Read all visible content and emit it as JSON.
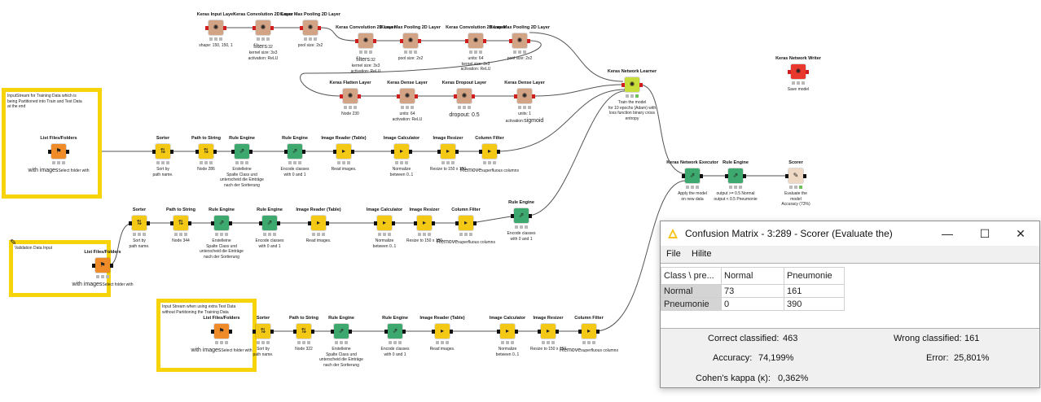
{
  "workflow": {
    "nodes": [
      {
        "id": "n1",
        "title": "Keras Input Layer",
        "desc": "shape: 150, 150, 1",
        "color": "keras"
      },
      {
        "id": "n2",
        "title": "Keras Convolution 2D Layer",
        "desc_big": "filters",
        "desc": ":32\nkernel size: 3x3\nactivation: ReLU",
        "color": "keras"
      },
      {
        "id": "n3",
        "title": "Keras Max Pooling 2D Layer",
        "desc": "pool size: 2x2",
        "color": "keras"
      },
      {
        "id": "n4",
        "title": "Keras Convolution 2D Layer",
        "desc_big": "filters",
        "desc": ":32\nkernel size: 3x3\nactivation: ReLU",
        "color": "keras"
      },
      {
        "id": "n5",
        "title": "Keras Max Pooling 2D Layer",
        "desc": "pool size: 2x2",
        "color": "keras"
      },
      {
        "id": "n6",
        "title": "Keras Convolution 2D Layer",
        "desc": "units: 64\nkernel size: 3x3\nactivation: ReLU",
        "color": "keras"
      },
      {
        "id": "n7",
        "title": "Keras Max Pooling 2D Layer",
        "desc": "pool size: 2x2",
        "color": "keras"
      },
      {
        "id": "n8",
        "title": "Keras Flatten Layer",
        "desc": "Node 230",
        "color": "keras"
      },
      {
        "id": "n9",
        "title": "Keras Dense Layer",
        "desc": "units: 64\nactivation: ReLU",
        "color": "keras"
      },
      {
        "id": "n10",
        "title": "Keras Dropout Layer",
        "desc_big": "dropout: 0.5",
        "desc": "",
        "color": "keras"
      },
      {
        "id": "n11",
        "title": "Keras Dense Layer",
        "desc": "units: 1\nactivation:",
        "desc_big2": "sigmoid",
        "color": "keras"
      },
      {
        "id": "n12",
        "title": "Keras Network Learner",
        "desc": "Train the model\nfor 10 epochs (Adam) with\nloss function binary cross\nentropy",
        "color": "learner"
      },
      {
        "id": "n13",
        "title": "Keras Network Writer",
        "desc": "Save model",
        "color": "writer"
      },
      {
        "id": "n14",
        "title": "List Files/Folders",
        "desc": "Select folder with",
        "desc_big": "with images",
        "color": "source"
      },
      {
        "id": "n15",
        "title": "Sorter",
        "desc": "Sort by\npath name.",
        "color": "sort"
      },
      {
        "id": "n16",
        "title": "Path to String",
        "desc": "Node 286",
        "color": "sort"
      },
      {
        "id": "n17",
        "title": "Rule Engine",
        "desc": "Erstelleine\nSpalte Class und\nunterscheid die Einträge\nnach der Sortierung",
        "color": "rule"
      },
      {
        "id": "n18",
        "title": "Rule Engine",
        "desc": "Encode classes\nwith 0 and 1",
        "color": "rule"
      },
      {
        "id": "n19",
        "title": "Image Reader (Table)",
        "desc": "Read images.",
        "color": "reader"
      },
      {
        "id": "n20",
        "title": "Image Calculator",
        "desc": "Normalize\nbetween 0..1",
        "color": "reader"
      },
      {
        "id": "n21",
        "title": "Image Resizer",
        "desc": "Resize to    150 x 150",
        "color": "reader"
      },
      {
        "id": "n22",
        "title": "Column Filter",
        "desc_big": "Remove",
        "desc": "superfluous  columns",
        "color": "reader"
      },
      {
        "id": "n23",
        "title": "Keras Network Executor",
        "desc": "Apply the model\non new data",
        "color": "rule"
      },
      {
        "id": "n24",
        "title": "Rule Engine",
        "desc": "output >= 0.5    Normal\noutput < 0.5    Pneumonie",
        "color": "rule"
      },
      {
        "id": "n25",
        "title": "Scorer",
        "desc": "Evaluate the\nmodel\nAccuracy (73%)",
        "color": "scorer"
      },
      {
        "id": "n26",
        "title": "List Files/Folders",
        "desc": "Select folder with",
        "desc_big": "with images",
        "color": "source"
      },
      {
        "id": "n27",
        "title": "Sorter",
        "desc": "Sort by\npath name.",
        "color": "sort"
      },
      {
        "id": "n28",
        "title": "Path to String",
        "desc": "Node 344",
        "color": "sort"
      },
      {
        "id": "n29",
        "title": "Rule Engine",
        "desc": "Erstelleine\nSpalte Class und\nunterscheid die Einträge\nnach der Sortierung",
        "color": "rule"
      },
      {
        "id": "n30",
        "title": "Rule Engine",
        "desc": "Encode classes\nwith 0 and 1",
        "color": "rule"
      },
      {
        "id": "n31",
        "title": "Image Reader (Table)",
        "desc": "Read images.",
        "color": "reader"
      },
      {
        "id": "n32",
        "title": "Image Calculator",
        "desc": "Normalize\nbetween 0..1",
        "color": "reader"
      },
      {
        "id": "n33",
        "title": "Image Resizer",
        "desc": "Resize to    150 x 150",
        "color": "reader"
      },
      {
        "id": "n34",
        "title": "Column Filter",
        "desc_big": "Remove",
        "desc": "superfluous  columns",
        "color": "reader"
      },
      {
        "id": "n35",
        "title": "Rule Engine",
        "desc": "Encode classes\nwith 0 and 1",
        "color": "rule"
      },
      {
        "id": "n36",
        "title": "List Files/Folders",
        "desc": "Select folder with",
        "desc_big": "with images",
        "color": "source"
      },
      {
        "id": "n37",
        "title": "Sorter",
        "desc": "Sort by\npath name.",
        "color": "sort"
      },
      {
        "id": "n38",
        "title": "Path to String",
        "desc": "Node 322",
        "color": "sort"
      },
      {
        "id": "n39",
        "title": "Rule Engine",
        "desc": "Erstelleine\nSpalte Class und\nunterscheid die Einträge\nnach der Sortierung",
        "color": "rule"
      },
      {
        "id": "n40",
        "title": "Rule Engine",
        "desc": "Encode classes\nwith 0 and 1",
        "color": "rule"
      },
      {
        "id": "n41",
        "title": "Image Reader (Table)",
        "desc": "Read images.",
        "color": "reader"
      },
      {
        "id": "n42",
        "title": "Image Calculator",
        "desc": "Normalize\nbetween 0..1",
        "color": "reader"
      },
      {
        "id": "n43",
        "title": "Image Resizer",
        "desc": "Resize to    150 x 150",
        "color": "reader"
      },
      {
        "id": "n44",
        "title": "Column Filter",
        "desc_big": "Remove",
        "desc": "superfluous  columns",
        "color": "reader"
      }
    ],
    "annotations": [
      {
        "id": "a1",
        "text": "InputStream for Training Data which is\nbeing Partitioned into Train and Test Data\nat the end"
      },
      {
        "id": "a2",
        "text": "Validation Data Input"
      },
      {
        "id": "a3",
        "text": "Input Stream when using extra Test Data\nwithout Partitioning the Training Data"
      }
    ],
    "colors": {
      "annotation_border": "#f7d40a",
      "keras": "#d2a384",
      "rule": "#3ea96e",
      "reader": "#f4c916",
      "source": "#ef8b28",
      "learner": "#c8dc3a",
      "writer": "#e9382e",
      "port": "#d01d1d",
      "wire": "#555555"
    }
  },
  "dialog": {
    "title": "Confusion Matrix - 3:289 - Scorer (Evaluate the)",
    "window_buttons": {
      "minimize": "—",
      "maximize": "☐",
      "close": "✕"
    },
    "menu": [
      "File",
      "Hilite"
    ],
    "table": {
      "corner": "Class \\ pre...",
      "columns": [
        "Normal",
        "Pneumonie"
      ],
      "rows": [
        {
          "label": "Normal",
          "values": [
            "73",
            "161"
          ]
        },
        {
          "label": "Pneumonie",
          "values": [
            "0",
            "390"
          ]
        }
      ]
    },
    "stats": {
      "correct_label": "Correct classified:",
      "correct_value": "463",
      "wrong_label": "Wrong classified:",
      "wrong_value": "161",
      "accuracy_label": "Accuracy:",
      "accuracy_value": "74,199%",
      "error_label": "Error:",
      "error_value": "25,801%",
      "kappa_label": "Cohen's kappa (κ):",
      "kappa_value": "0,362%"
    }
  }
}
